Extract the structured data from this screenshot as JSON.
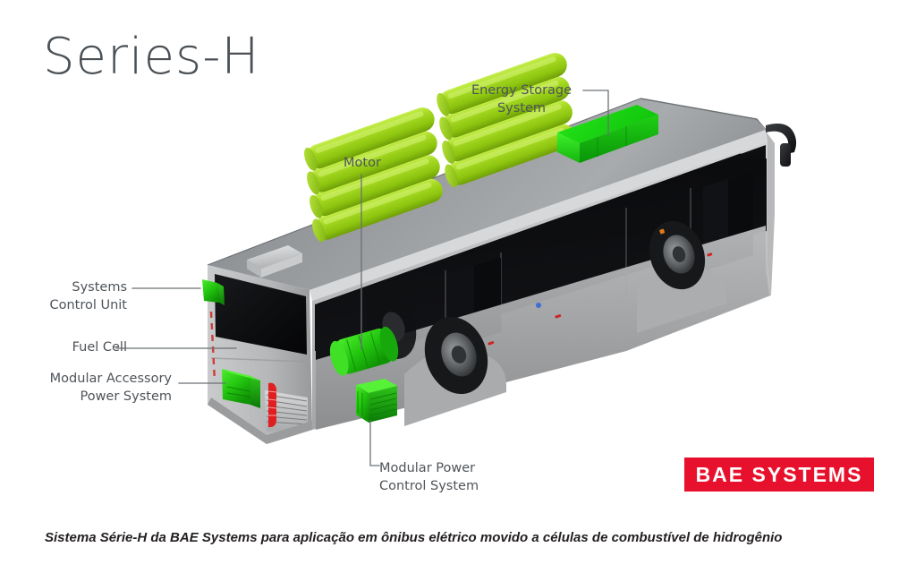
{
  "title": "Series-H",
  "caption": "Sistema Série-H da BAE Systems para aplicação em ônibus elétrico movido a células de combustível de hidrogênio",
  "logo": {
    "text": "BAE SYSTEMS",
    "background_color": "#e8112d",
    "text_color": "#ffffff"
  },
  "colors": {
    "background": "#ffffff",
    "title_text": "#4a5055",
    "label_text": "#4f5459",
    "leader_line": "#6b7075",
    "caption_text": "#231f20",
    "bus_body": "#b9bbbc",
    "bus_roof": "#8d9093",
    "bus_glass": "#0d0d0f",
    "component_green": "#34d21a",
    "component_green_bright": "#00e81e",
    "tank_green": "#9ed41c",
    "tank_green_light": "#b6e43a",
    "tail_light_red": "#e02020",
    "tire_black": "#17181a"
  },
  "callouts": [
    {
      "id": "energy-storage-system",
      "label": "Energy Storage\nSystem",
      "align": "center"
    },
    {
      "id": "motor",
      "label": "Motor",
      "align": "center"
    },
    {
      "id": "systems-control-unit",
      "label": "Systems\nControl Unit",
      "align": "right"
    },
    {
      "id": "fuel-cell",
      "label": "Fuel Cell",
      "align": "right"
    },
    {
      "id": "modular-accessory-power-system",
      "label": "Modular Accessory\nPower System",
      "align": "right"
    },
    {
      "id": "modular-power-control-system",
      "label": "Modular Power\nControl System",
      "align": "left"
    }
  ],
  "diagram": {
    "subject": "hydrogen fuel cell electric city bus",
    "view": "three-quarter rear isometric",
    "roof_tank_count": 8,
    "roof_tank_groups": 2
  }
}
